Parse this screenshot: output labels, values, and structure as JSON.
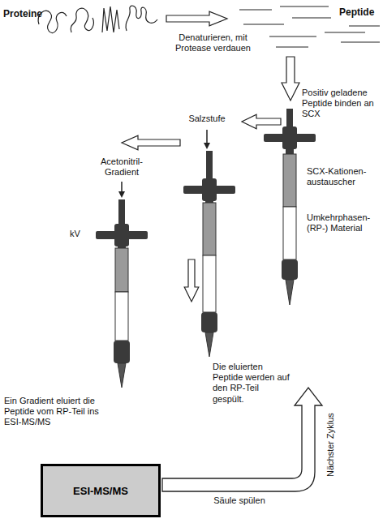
{
  "diagram": {
    "nodes": [
      {
        "text": [
          "ESI-MS/MS"
        ]
      }
    ],
    "labels": [
      "Proteine",
      "Peptide",
      "Denaturieren, mit Protease verdauen",
      "Positiv geladene Peptide binden an SCX",
      "SCX-Kationen- austauscher",
      "Umkehrphasen- (RP-) Material",
      "Salzstufe",
      "Acetonitril- Gradient",
      "kV",
      "Die eluierten Peptide werden auf den RP-Teil gespült.",
      "Ein Gradient eluiert die Peptide vom RP-Teil ins ESI-MS/MS",
      "Nächster Zyklus",
      "Säule spülen"
    ]
  }
}
